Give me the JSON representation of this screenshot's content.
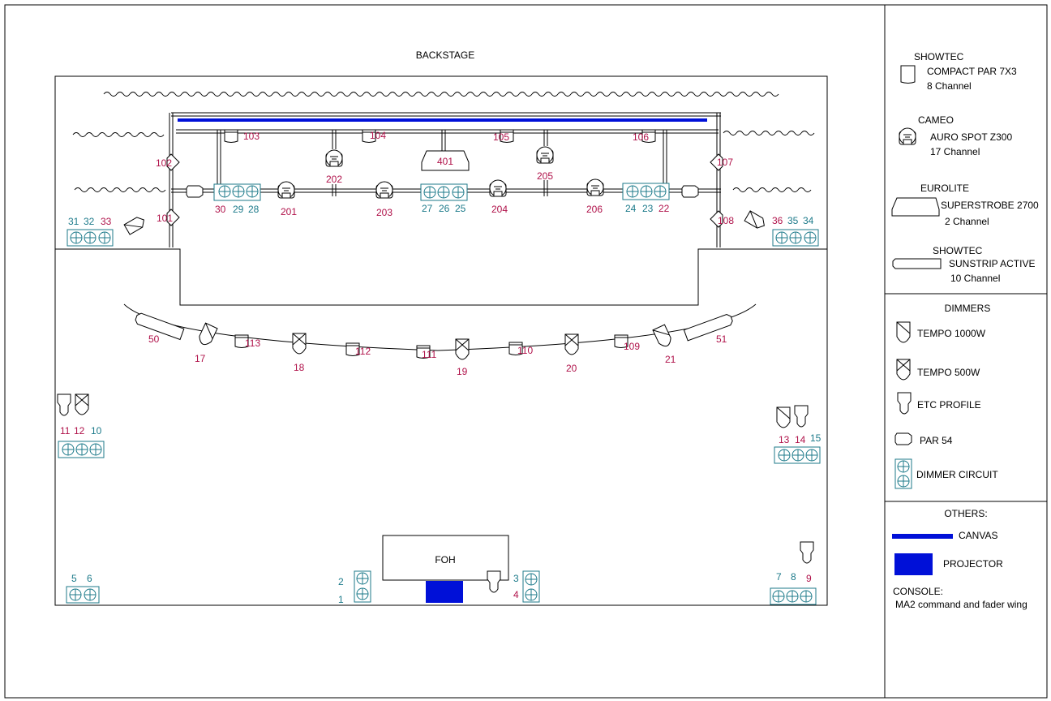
{
  "stage": {
    "backstage_label": "BACKSTAGE",
    "foh_label": "FOH"
  },
  "fixtures": {
    "par7x3": [
      "103",
      "104",
      "105",
      "106",
      "109",
      "110",
      "111",
      "112",
      "113"
    ],
    "spot": [
      "201",
      "202",
      "203",
      "204",
      "205",
      "206"
    ],
    "strobe": [
      "401"
    ],
    "sunstrip": [
      "50",
      "51"
    ],
    "tempo1000": [
      "17",
      "21",
      "13"
    ],
    "tempo500": [
      "18",
      "19",
      "20",
      "12"
    ],
    "profile": [
      "11",
      "14",
      "9"
    ],
    "par54": [
      "101",
      "102",
      "107",
      "108"
    ]
  },
  "circuits": {
    "c1": "1",
    "c2": "2",
    "c3": "3",
    "c4": "4",
    "c5": "5",
    "c6": "6",
    "c7": "7",
    "c8": "8",
    "c9": "9",
    "c10": "10",
    "c11": "11",
    "c12": "12",
    "c13": "13",
    "c14": "14",
    "c15": "15",
    "c22": "22",
    "c23": "23",
    "c24": "24",
    "c25": "25",
    "c26": "26",
    "c27": "27",
    "c28": "28",
    "c29": "29",
    "c30": "30",
    "c31": "31",
    "c32": "32",
    "c33": "33",
    "c34": "34",
    "c35": "35",
    "c36": "36"
  },
  "legend": {
    "l1_brand": "SHOWTEC",
    "l1_model": "COMPACT PAR 7X3",
    "l1_ch": "8 Channel",
    "l2_brand": "CAMEO",
    "l2_model": "AURO SPOT Z300",
    "l2_ch": "17 Channel",
    "l3_brand": "EUROLITE",
    "l3_model": "SUPERSTROBE 2700",
    "l3_ch": "2 Channel",
    "l4_brand": "SHOWTEC",
    "l4_model": "SUNSTRIP ACTIVE",
    "l4_ch": "10 Channel",
    "dimmers_title": "DIMMERS",
    "d1": "TEMPO 1000W",
    "d2": "TEMPO 500W",
    "d3": "ETC PROFILE",
    "d4": "PAR 54",
    "d5": "DIMMER CIRCUIT",
    "others_title": "OTHERS:",
    "canvas": "CANVAS",
    "projector": "PROJECTOR",
    "console_label": "CONSOLE:",
    "console_value": "MA2 command and fader wing"
  },
  "colors": {
    "fixture_label": "#b0124a",
    "circuit_label": "#1c7a8a",
    "canvas_projector": "#0010d8"
  }
}
